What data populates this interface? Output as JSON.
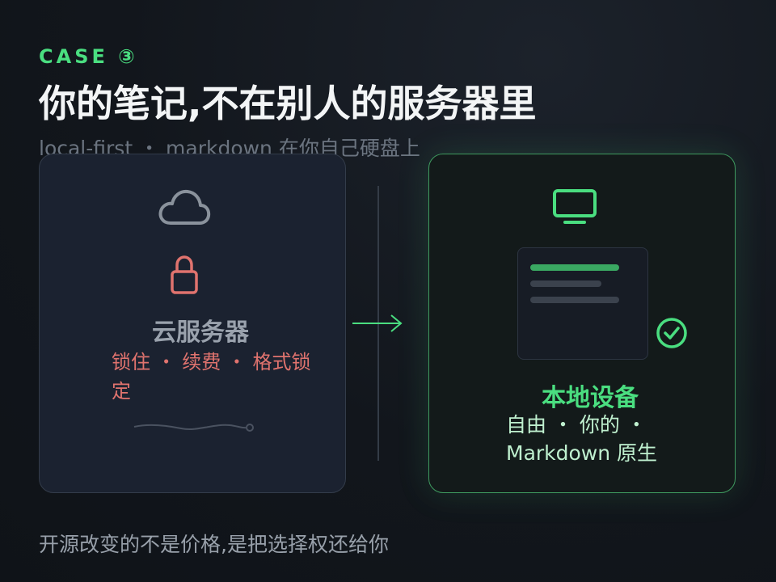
{
  "header": {
    "eyebrow": "CASE ③",
    "title": "你的笔记,不在别人的服务器里",
    "subtitle": "local-first ・ markdown 在你自己硬盘上"
  },
  "left_card": {
    "title": "云服务器",
    "tags": "锁住 ・ 续费 ・ 格式锁定",
    "icons": [
      "cloud-icon",
      "lock-icon"
    ],
    "accent": "#e0736e"
  },
  "right_card": {
    "title": "本地设备",
    "tags": "自由 ・ 你的 ・ Markdown 原生",
    "icons": [
      "monitor-icon",
      "check-circle-icon"
    ],
    "accent": "#4ade80"
  },
  "footer": {
    "text": "开源改变的不是价格,是把选择权还给你"
  },
  "colors": {
    "background": "#12161c",
    "green": "#4ade80",
    "red": "#e0736e"
  }
}
